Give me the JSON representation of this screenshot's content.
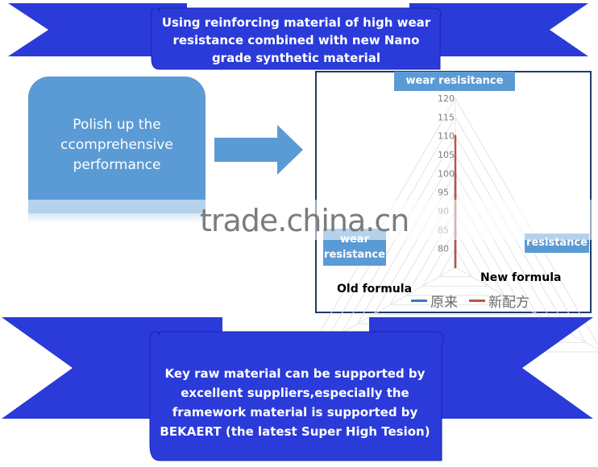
{
  "top_banner": {
    "lines": [
      "Using reinforcing material of high wear",
      "resistance combined with new Nano",
      "grade synthetic material"
    ]
  },
  "card": {
    "text": "Polish up the ccomprehensive performance"
  },
  "chart": {
    "title_tag": "wear resisitance",
    "left_tag_lines": [
      "wear",
      "resistance"
    ],
    "right_tag": "resistance",
    "old_formula": "Old formula",
    "new_formula": "New formula",
    "legend": [
      "原来",
      "新配方"
    ]
  },
  "chart_data": {
    "type": "radar",
    "axes": [
      "wear resisitance",
      "",
      ""
    ],
    "radial_ticks": [
      80,
      85,
      90,
      95,
      100,
      105,
      110,
      115,
      120
    ],
    "rlim": [
      75,
      120
    ],
    "series": [
      {
        "name": "原来",
        "color": "#4472c4",
        "values": [
          100,
          0,
          0
        ]
      },
      {
        "name": "新配方",
        "color": "#c0504d",
        "values": [
          110,
          0,
          0
        ]
      }
    ]
  },
  "watermark": "trade.china.cn",
  "bottom_banner": {
    "lines": [
      "Key raw material can be supported by",
      "excellent suppliers,especially the",
      "framework material is supported by",
      "BEKAERT (the latest Super High Tesion)"
    ]
  },
  "colors": {
    "banner": "#2a3bd9",
    "banner_dark": "#1a25a8",
    "card": "#5b9bd5",
    "arrow": "#5b9bd5"
  }
}
